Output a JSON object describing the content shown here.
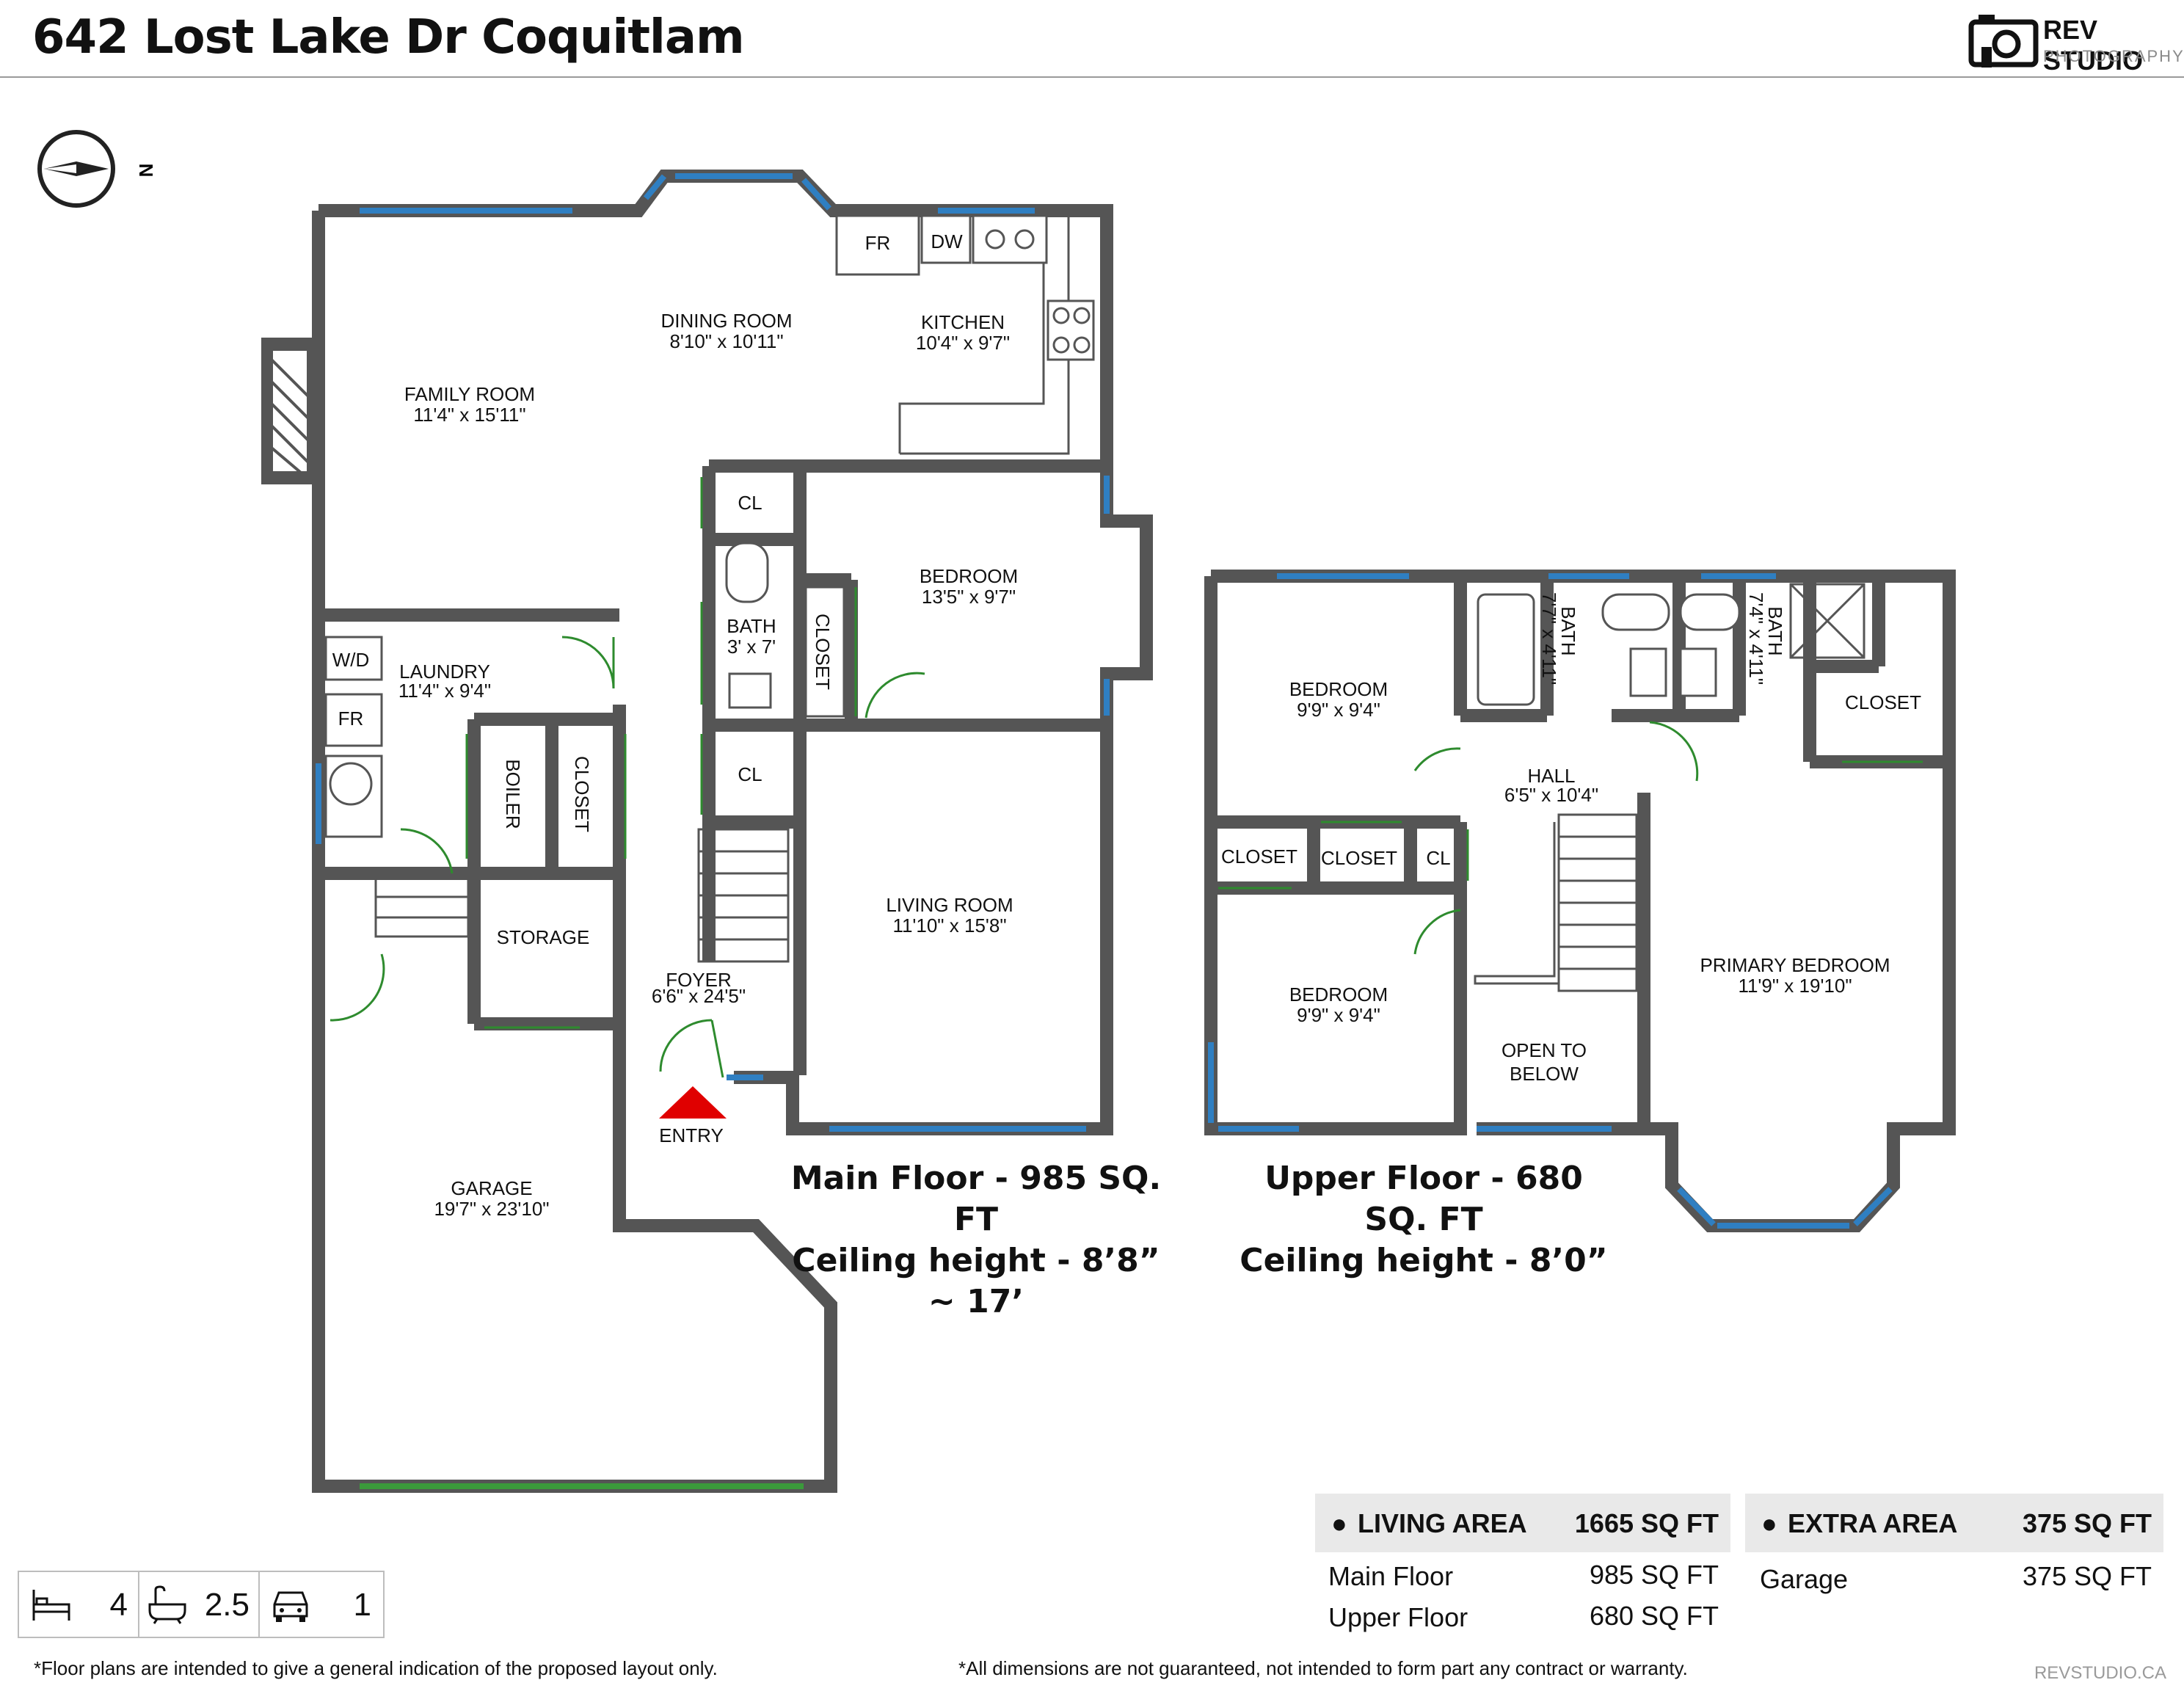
{
  "header": {
    "title": "642 Lost Lake Dr Coquitlam",
    "brand": "REV STUDIO",
    "brand_sub": "PHOTOGRAPHY"
  },
  "compass": {
    "direction": "N"
  },
  "main_floor": {
    "rooms": {
      "family_name": "FAMILY ROOM",
      "family_dim": "11'4\" x 15'11\"",
      "dining_name": "DINING ROOM",
      "dining_dim": "8'10\" x 10'11\"",
      "kitchen_name": "KITCHEN",
      "kitchen_dim": "10'4\" x 9'7\"",
      "fr_top": "FR",
      "dw": "DW",
      "bedroom_name": "BEDROOM",
      "bedroom_dim": "13'5\" x 9'7\"",
      "cl1": "CL",
      "bath_name": "BATH",
      "bath_dim": "3' x 7'",
      "closet_v": "CLOSET",
      "cl2": "CL",
      "laundry_name": "LAUNDRY",
      "laundry_dim": "11'4\" x 9'4\"",
      "wd": "W/D",
      "fr_laundry": "FR",
      "boiler": "BOILER",
      "closet_v2": "CLOSET",
      "storage": "STORAGE",
      "living_name": "LIVING ROOM",
      "living_dim": "11'10\" x 15'8\"",
      "foyer_name": "FOYER",
      "foyer_dim": "6'6\" x 24'5\"",
      "entry": "ENTRY",
      "garage_name": "GARAGE",
      "garage_dim": "19'7\" x 23'10\""
    },
    "caption_line1": "Main Floor - 985 SQ. FT",
    "caption_line2": "Ceiling height - 8’8” ~ 17’"
  },
  "upper_floor": {
    "rooms": {
      "bedroom1_name": "BEDROOM",
      "bedroom1_dim": "9'9\" x 9'4\"",
      "bath1_name": "BATH",
      "bath1_dim": "7'7\" x 4'11\"",
      "bath2_name": "BATH",
      "bath2_dim": "7'4\" x 4'11\"",
      "closet_top": "CLOSET",
      "hall_name": "HALL",
      "hall_dim": "6'5\" x 10'4\"",
      "closet_a": "CLOSET",
      "closet_b": "CLOSET",
      "cl": "CL",
      "bedroom2_name": "BEDROOM",
      "bedroom2_dim": "9'9\" x 9'4\"",
      "open_line1": "OPEN TO",
      "open_line2": "BELOW",
      "primary_name": "PRIMARY BEDROOM",
      "primary_dim": "11'9\" x 19'10\""
    },
    "caption_line1": "Upper Floor - 680 SQ. FT",
    "caption_line2": "Ceiling height - 8’0”"
  },
  "living_area": {
    "label": "LIVING AREA",
    "total": "1665 SQ FT",
    "rows": [
      {
        "name": "Main Floor",
        "value": "985 SQ FT"
      },
      {
        "name": "Upper Floor",
        "value": "680 SQ FT"
      }
    ]
  },
  "extra_area": {
    "label": "EXTRA AREA",
    "total": "375 SQ FT",
    "rows": [
      {
        "name": "Garage",
        "value": "375 SQ FT"
      }
    ]
  },
  "features": {
    "beds": "4",
    "baths": "2.5",
    "garage": "1"
  },
  "footer": {
    "note_left": "*Floor plans are intended to give a general indication of the proposed layout only.",
    "note_mid": "*All dimensions are not guaranteed, not intended to form part any contract or warranty.",
    "site": "REVSTUDIO.CA"
  }
}
